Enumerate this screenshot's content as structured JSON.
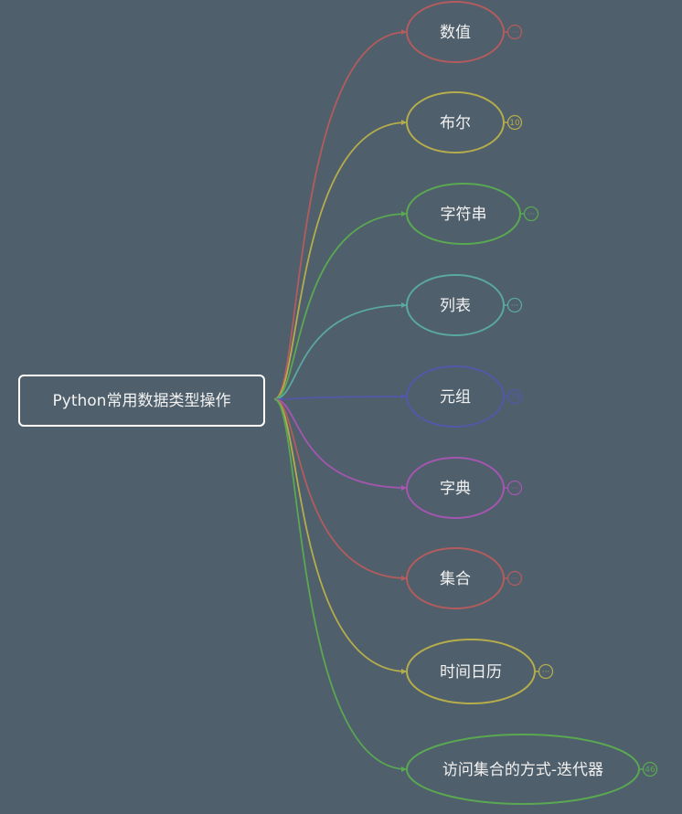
{
  "background": "#4f5f6b",
  "root": {
    "label": "Python常用数据类型操作"
  },
  "branches": [
    {
      "label": "数值",
      "color": "#b35c5e",
      "badge": "···"
    },
    {
      "label": "布尔",
      "color": "#b5ad4c",
      "badge": "10"
    },
    {
      "label": "字符串",
      "color": "#5aa852",
      "badge": "···"
    },
    {
      "label": "列表",
      "color": "#5aa89e",
      "badge": "···"
    },
    {
      "label": "元组",
      "color": "#5557a8",
      "badge": "79"
    },
    {
      "label": "字典",
      "color": "#a456b0",
      "badge": "···"
    },
    {
      "label": "集合",
      "color": "#b35c5e",
      "badge": "···"
    },
    {
      "label": "时间日历",
      "color": "#b5ad4c",
      "badge": "···"
    },
    {
      "label": "访问集合的方式-迭代器",
      "color": "#5aa852",
      "badge": "46"
    }
  ]
}
